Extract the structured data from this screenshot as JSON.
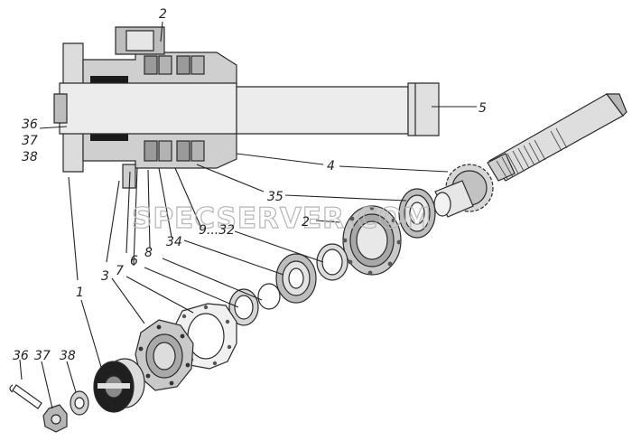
{
  "diagram": {
    "callouts": {
      "c2_top": "2",
      "c5": "5",
      "c4": "4",
      "c35": "35",
      "c2_mid": "2",
      "c9_32": "9...32",
      "c34": "34",
      "c8": "8",
      "c6": "6",
      "c7": "7",
      "c3": "3",
      "c1": "1",
      "c36_left": "36",
      "c37_left": "37",
      "c38_left": "38",
      "c36_bottom": "36",
      "c37_bottom": "37",
      "c38_bottom": "38"
    },
    "watermark": "SPECSERVER.COM"
  }
}
